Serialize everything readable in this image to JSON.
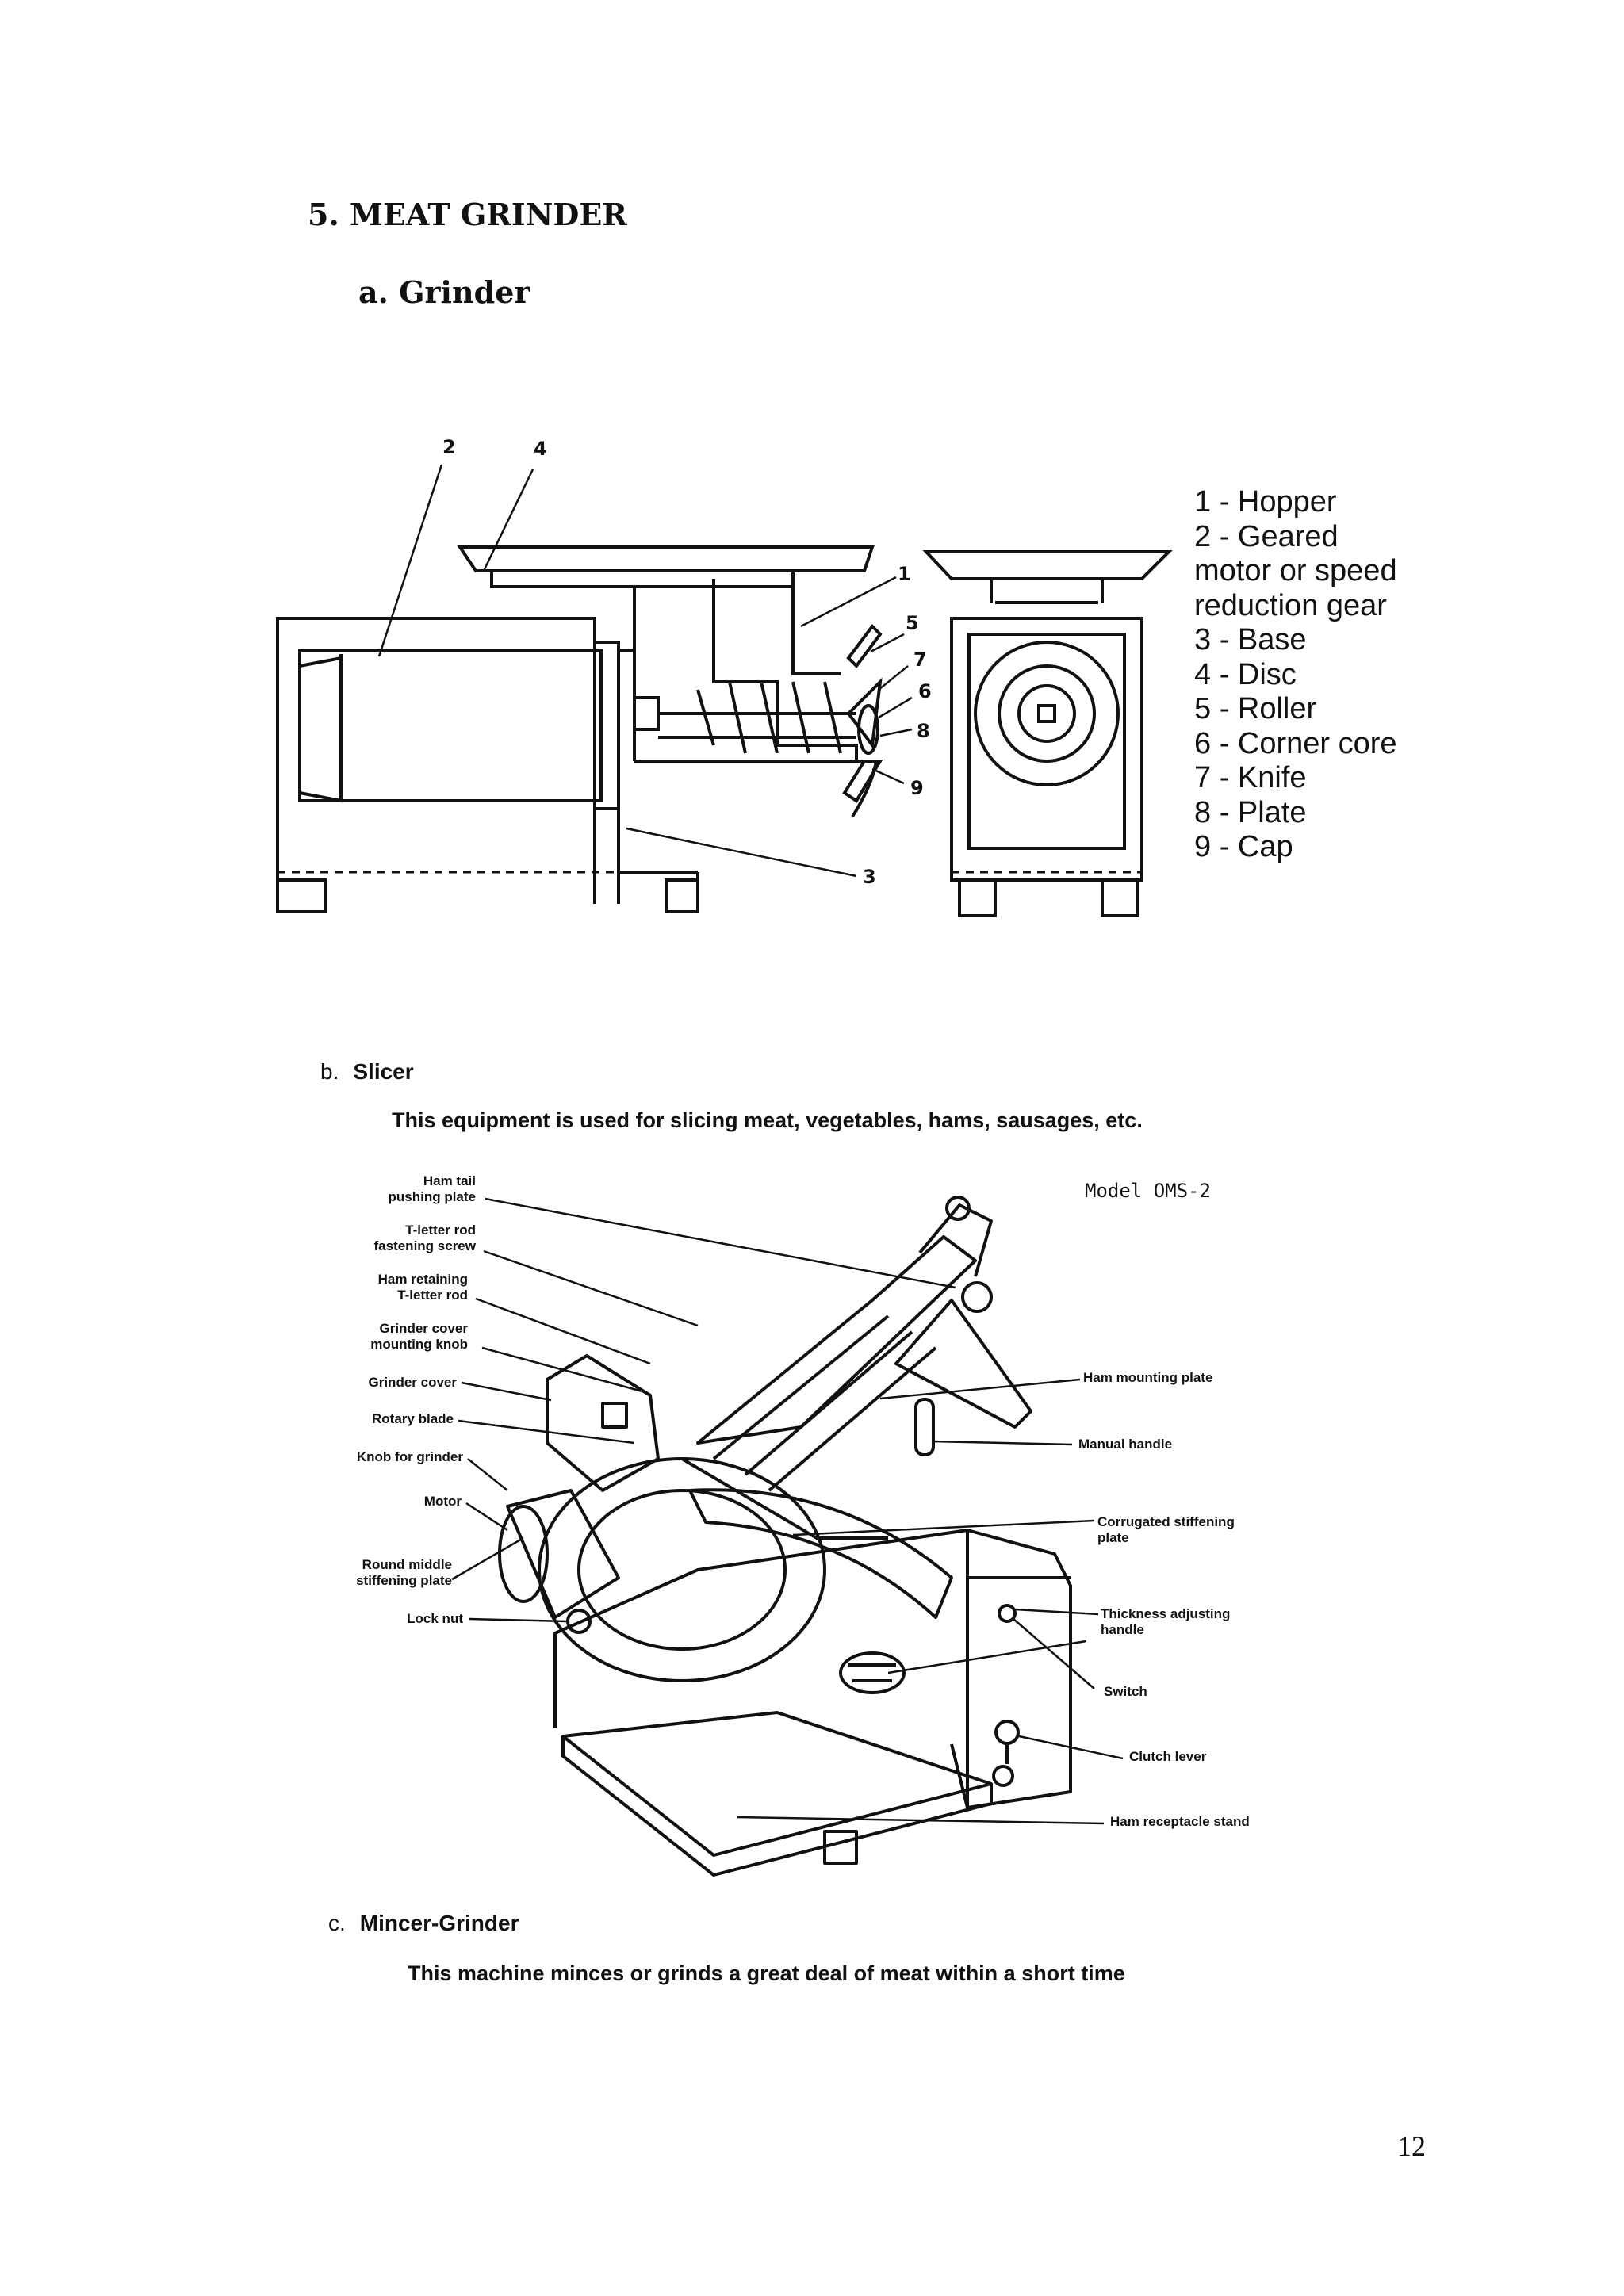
{
  "section_title": "5. MEAT GRINDER",
  "subsection_a": "a. Grinder",
  "grinder_numbers": [
    "1",
    "2",
    "3",
    "4",
    "5",
    "6",
    "7",
    "8",
    "9"
  ],
  "grinder_legend": [
    "1 - Hopper",
    "2 - Geared",
    "motor or speed",
    "reduction gear",
    "3 - Base",
    "4 - Disc",
    "5 - Roller",
    "6 - Corner core",
    "7 - Knife",
    "8 - Plate",
    "9 - Cap"
  ],
  "slicer": {
    "letter": "b.",
    "heading": "Slicer",
    "description": "This equipment is used for slicing meat, vegetables, hams, sausages, etc.",
    "model": "Model OMS-2",
    "left_labels": [
      "Ham tail\npushing plate",
      "T-letter rod\nfastening screw",
      "Ham retaining\nT-letter rod",
      "Grinder cover\nmounting knob",
      "Grinder cover",
      "Rotary blade",
      "Knob for grinder",
      "Motor",
      "Round middle\nstiffening plate",
      "Lock nut"
    ],
    "right_labels": [
      "Ham mounting plate",
      "Manual handle",
      "Corrugated stiffening\nplate",
      "Thickness adjusting\nhandle",
      "Switch",
      "Clutch lever",
      "Ham receptacle stand"
    ]
  },
  "mincer": {
    "letter": "c.",
    "heading": "Mincer-Grinder",
    "description": "This machine minces or grinds a great deal of meat within a short time"
  },
  "page_number": "12"
}
